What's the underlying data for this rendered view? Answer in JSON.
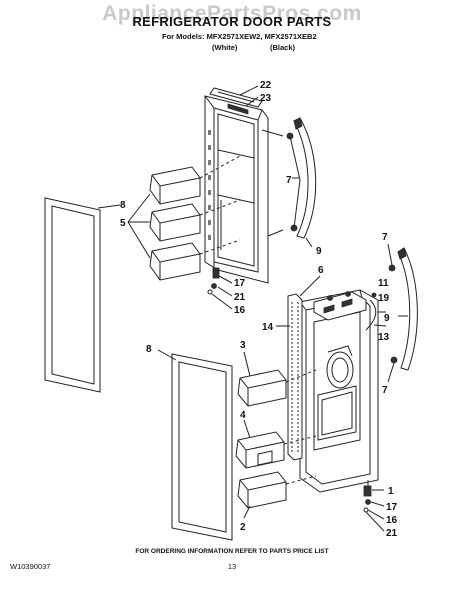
{
  "watermark": "AppliancePartsPros.com",
  "title": "REFRIGERATOR DOOR PARTS",
  "models_line": "For Models: MFX2571XEW2, MFX2571XEB2",
  "color_white": "(White)",
  "color_black": "(Black)",
  "footer_note": "FOR ORDERING INFORMATION REFER TO PARTS PRICE LIST",
  "document_number": "W10390037",
  "page_number": "13",
  "callouts": {
    "c22": "22",
    "c23": "23",
    "c7a": "7",
    "c9a": "9",
    "c8a": "8",
    "c5": "5",
    "c17a": "17",
    "c21a": "21",
    "c16a": "16",
    "c6": "6",
    "c7b": "7",
    "c11": "11",
    "c19": "19",
    "c9b": "9",
    "c14": "14",
    "c13": "13",
    "c7c": "7",
    "c8b": "8",
    "c3": "3",
    "c4": "4",
    "c2": "2",
    "c1": "1",
    "c17b": "17",
    "c16b": "16",
    "c21b": "21"
  }
}
